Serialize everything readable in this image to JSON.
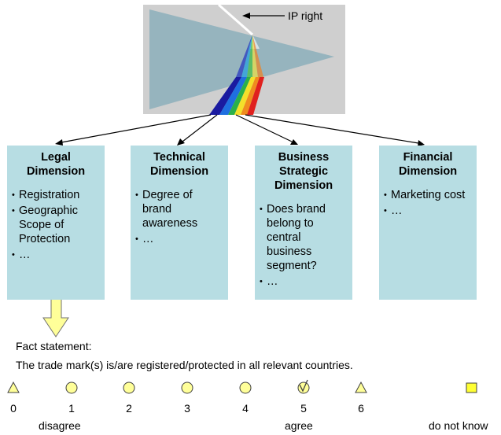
{
  "prism": {
    "ip_label": "IP right"
  },
  "dimensions": [
    {
      "title_lines": [
        "Legal",
        "Dimension"
      ],
      "bullets": [
        "Registration",
        "Geographic Scope of Protection",
        "…"
      ]
    },
    {
      "title_lines": [
        "Technical",
        "Dimension"
      ],
      "bullets": [
        "Degree of brand awareness",
        "…"
      ]
    },
    {
      "title_lines": [
        "Business",
        "Strategic",
        "Dimension"
      ],
      "bullets": [
        "Does brand belong to central business segment?",
        "…"
      ]
    },
    {
      "title_lines": [
        "Financial",
        "Dimension"
      ],
      "bullets": [
        "Marketing cost",
        "…"
      ]
    }
  ],
  "fact": {
    "label": "Fact statement:",
    "text": "The trade mark(s) is/are registered/protected in all relevant countries."
  },
  "scale": {
    "points": [
      {
        "number": "0",
        "shape": "triangle",
        "marked": false
      },
      {
        "number": "1",
        "shape": "circle",
        "marked": false
      },
      {
        "number": "2",
        "shape": "circle",
        "marked": false
      },
      {
        "number": "3",
        "shape": "circle",
        "marked": false
      },
      {
        "number": "4",
        "shape": "circle",
        "marked": false
      },
      {
        "number": "5",
        "shape": "circle",
        "marked": true
      },
      {
        "number": "6",
        "shape": "triangle",
        "marked": false
      }
    ],
    "dont_know": {
      "shape": "square"
    },
    "low_label": "disagree",
    "high_label": "agree",
    "dont_know_label": "do not know"
  },
  "colors": {
    "box_fill": "#b7dde3",
    "prism_bg": "#cfcfcf",
    "prism_fill": "#8fb0bb",
    "marker_fill": "#ffff99",
    "arrow_fill": "#ffff99"
  }
}
